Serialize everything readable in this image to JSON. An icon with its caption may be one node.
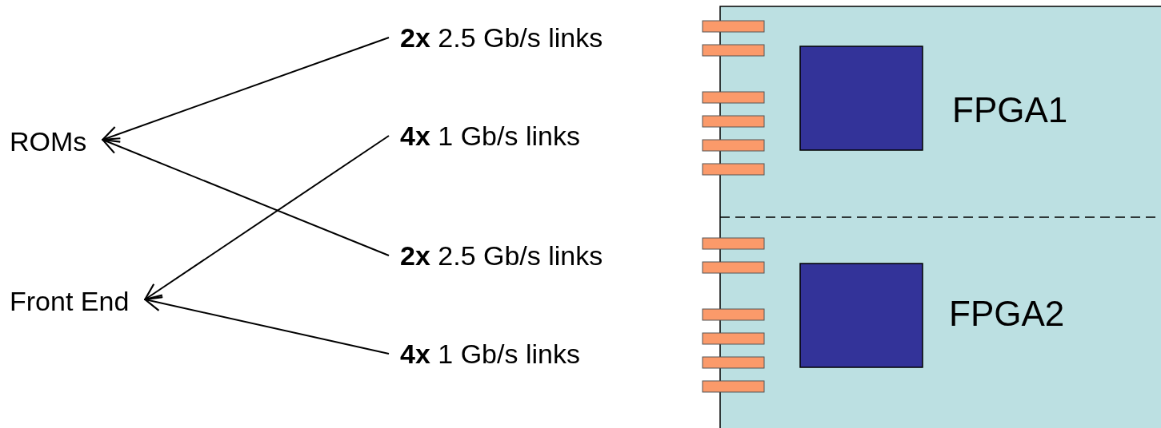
{
  "diagram": {
    "nodes": [
      {
        "text": [
          "ROMs"
        ]
      },
      {
        "text": [
          "Front End"
        ]
      },
      {
        "text": [
          "**2x** 2.5 Gb/s links"
        ]
      },
      {
        "text": [
          "**4x** 1 Gb/s links"
        ]
      },
      {
        "text": [
          "**2x** 2.5 Gb/s links"
        ]
      },
      {
        "text": [
          "**4x** 1 Gb/s links"
        ]
      }
    ],
    "edges": [
      {
        "from": 2,
        "to": 0,
        "arrow": "to"
      },
      {
        "from": 4,
        "to": 0,
        "arrow": "to"
      },
      {
        "from": 3,
        "to": 1,
        "arrow": "to"
      },
      {
        "from": 5,
        "to": 1,
        "arrow": "to"
      }
    ],
    "labels": [
      "FPGA1",
      "FPGA2"
    ]
  }
}
